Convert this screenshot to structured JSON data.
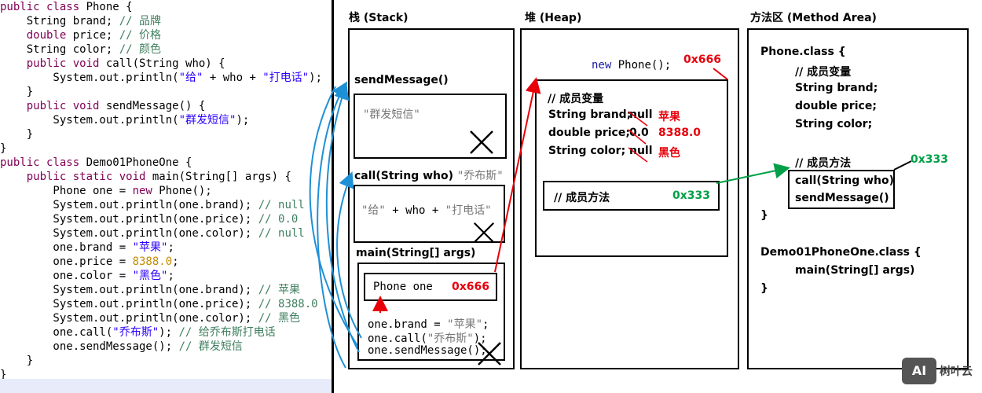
{
  "code": {
    "lines": [
      [
        {
          "t": "public class ",
          "c": "kw"
        },
        {
          "t": "Phone {",
          "c": ""
        }
      ],
      [
        {
          "t": "    String brand; ",
          "c": ""
        },
        {
          "t": "// 品牌",
          "c": "cm"
        }
      ],
      [
        {
          "t": "    ",
          "c": ""
        },
        {
          "t": "double",
          "c": "kw"
        },
        {
          "t": " price; ",
          "c": ""
        },
        {
          "t": "// 价格",
          "c": "cm"
        }
      ],
      [
        {
          "t": "    String color; ",
          "c": ""
        },
        {
          "t": "// 颜色",
          "c": "cm"
        }
      ],
      [
        {
          "t": "    ",
          "c": ""
        },
        {
          "t": "public void",
          "c": "kw"
        },
        {
          "t": " call(String who) {",
          "c": ""
        }
      ],
      [
        {
          "t": "        System.out.println(",
          "c": ""
        },
        {
          "t": "\"给\"",
          "c": "str"
        },
        {
          "t": " + who + ",
          "c": ""
        },
        {
          "t": "\"打电话\"",
          "c": "str"
        },
        {
          "t": ");",
          "c": ""
        }
      ],
      [
        {
          "t": "    }",
          "c": ""
        }
      ],
      [
        {
          "t": "    ",
          "c": ""
        },
        {
          "t": "public void",
          "c": "kw"
        },
        {
          "t": " sendMessage() {",
          "c": ""
        }
      ],
      [
        {
          "t": "        System.out.println(",
          "c": ""
        },
        {
          "t": "\"群发短信\"",
          "c": "str"
        },
        {
          "t": ");",
          "c": ""
        }
      ],
      [
        {
          "t": "    }",
          "c": ""
        }
      ],
      [
        {
          "t": "}",
          "c": ""
        }
      ],
      [
        {
          "t": "public class ",
          "c": "kw"
        },
        {
          "t": "Demo01PhoneOne {",
          "c": ""
        }
      ],
      [
        {
          "t": "    ",
          "c": ""
        },
        {
          "t": "public static void",
          "c": "kw"
        },
        {
          "t": " main(String[] args) {",
          "c": ""
        }
      ],
      [
        {
          "t": "        Phone one = ",
          "c": ""
        },
        {
          "t": "new",
          "c": "kw"
        },
        {
          "t": " Phone();",
          "c": ""
        }
      ],
      [
        {
          "t": "        System.out.println(one.brand); ",
          "c": ""
        },
        {
          "t": "// null",
          "c": "cm"
        }
      ],
      [
        {
          "t": "        System.out.println(one.price); ",
          "c": ""
        },
        {
          "t": "// 0.0",
          "c": "cm"
        }
      ],
      [
        {
          "t": "        System.out.println(one.color); ",
          "c": ""
        },
        {
          "t": "// null",
          "c": "cm"
        }
      ],
      [
        {
          "t": "        one.brand = ",
          "c": ""
        },
        {
          "t": "\"苹果\"",
          "c": "str"
        },
        {
          "t": ";",
          "c": ""
        }
      ],
      [
        {
          "t": "        one.price = ",
          "c": ""
        },
        {
          "t": "8388.0",
          "c": "num"
        },
        {
          "t": ";",
          "c": ""
        }
      ],
      [
        {
          "t": "        one.color = ",
          "c": ""
        },
        {
          "t": "\"黑色\"",
          "c": "str"
        },
        {
          "t": ";",
          "c": ""
        }
      ],
      [
        {
          "t": "        System.out.println(one.brand); ",
          "c": ""
        },
        {
          "t": "// 苹果",
          "c": "cm"
        }
      ],
      [
        {
          "t": "        System.out.println(one.price); ",
          "c": ""
        },
        {
          "t": "// 8388.0",
          "c": "cm"
        }
      ],
      [
        {
          "t": "        System.out.println(one.color); ",
          "c": ""
        },
        {
          "t": "// 黑色",
          "c": "cm"
        }
      ],
      [
        {
          "t": "        one.call(",
          "c": ""
        },
        {
          "t": "\"乔布斯\"",
          "c": "str"
        },
        {
          "t": "); ",
          "c": ""
        },
        {
          "t": "// 给乔布斯打电话",
          "c": "cm"
        }
      ],
      [
        {
          "t": "        one.sendMessage(); ",
          "c": ""
        },
        {
          "t": "// 群发短信",
          "c": "cm"
        }
      ],
      [
        {
          "t": "    }",
          "c": ""
        }
      ],
      [
        {
          "t": "}",
          "c": ""
        }
      ]
    ]
  },
  "stack": {
    "title": "栈 (Stack)",
    "send_frame_label": "sendMessage()",
    "send_frame_text": "\"群发短信\"",
    "call_frame_label": "call(String who)",
    "call_frame_arg": "\"乔布斯\"",
    "call_frame_text_a": "\"给\"",
    "call_frame_text_b": " + who + ",
    "call_frame_text_c": "\"打电话\"",
    "main_frame_label": "main(String[] args)",
    "phone_var": "Phone one",
    "phone_addr": "0x666",
    "main_line1a": "one.brand = ",
    "main_line1b": "\"苹果\"",
    "main_line1c": ";",
    "main_line2a": "one.call(",
    "main_line2b": "\"乔布斯\"",
    "main_line2c": ");",
    "main_line3": "one.sendMessage();"
  },
  "heap": {
    "title": "堆 (Heap)",
    "new_kw": "new",
    "new_rest": " Phone();",
    "addr": "0x666",
    "fields_comment": "// 成员变量",
    "field1_label": "String brand;",
    "field1_old": "null",
    "field1_new": "苹果",
    "field2_label": "double price;",
    "field2_old": "0.0",
    "field2_new": "8388.0",
    "field3_label": "String color;",
    "field3_old": "null",
    "field3_new": "黑色",
    "methods_comment": "// 成员方法",
    "methods_addr": "0x333"
  },
  "method_area": {
    "title": "方法区 (Method Area)",
    "phone_class": "Phone.class {",
    "fields_comment": "// 成员变量",
    "f1": "String brand;",
    "f2": "double price;",
    "f3": "String color;",
    "methods_comment": "// 成员方法",
    "m1": "call(String who)",
    "m2": "sendMessage()",
    "methods_addr": "0x333",
    "close1": "}",
    "demo_class": "Demo01PhoneOne.class {",
    "main_sig": "main(String[] args)",
    "close2": "}"
  },
  "watermark": {
    "icon": "AI",
    "text": "树叶云"
  },
  "colors": {
    "red": "#e8000b",
    "green": "#00a048",
    "blue": "#1e90d6"
  }
}
